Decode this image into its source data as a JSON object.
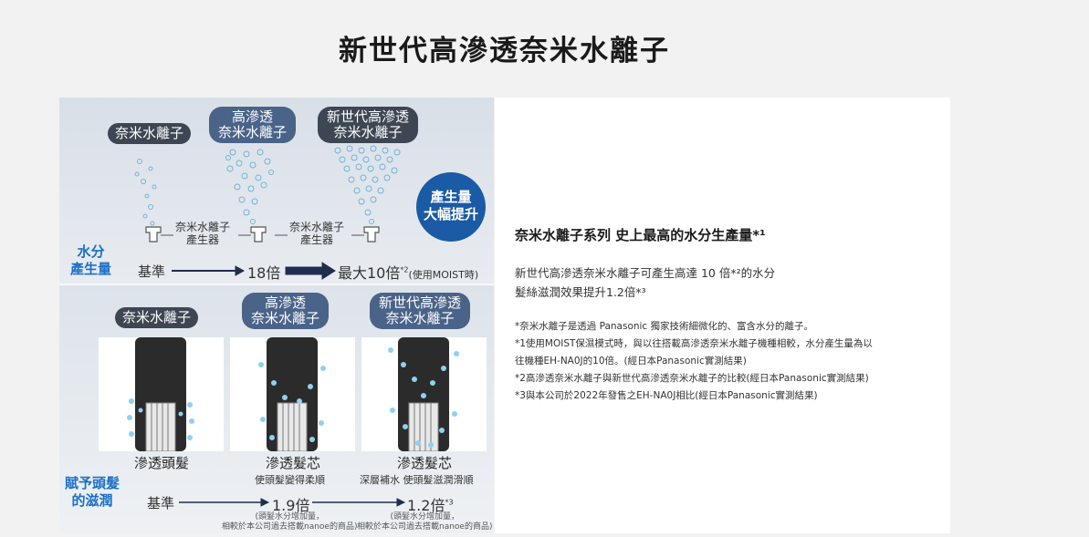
{
  "page_title": "新世代高滲透奈米水離子",
  "illustration": {
    "top": {
      "pill_1": "奈米水離子",
      "pill_2": [
        "高滲透",
        "奈米水離子"
      ],
      "pill_3": [
        "新世代高滲透",
        "奈米水離子"
      ],
      "badge": [
        "產生量",
        "大幅提升"
      ],
      "generator_1": [
        "奈米水離子",
        "產生器"
      ],
      "generator_2": [
        "奈米水離子",
        "產生器"
      ],
      "side_label": [
        "水分",
        "產生量"
      ],
      "baseline": "基準",
      "value_1": "18倍",
      "value_2": "最大10倍",
      "value_2_sup": "*2",
      "value_2_note": "(使用MOIST時)"
    },
    "bottom": {
      "pill_1": "奈米水離子",
      "pill_2": [
        "高滲透",
        "奈米水離子"
      ],
      "pill_3": [
        "新世代高滲透",
        "奈米水離子"
      ],
      "hair_1_label": "滲透頭髮",
      "hair_2_label": "滲透髮芯",
      "hair_2_sub": "使頭髮變得柔順",
      "hair_3_label": "滲透髮芯",
      "hair_3_sub": "深層補水 使頭髮滋潤滑順",
      "side_label": [
        "賦予頭髮",
        "的滋潤"
      ],
      "baseline": "基準",
      "value_1": "1.9倍",
      "value_2": "1.2倍",
      "value_2_sup": "*3",
      "note_1": [
        "(頭髮水分增加量，",
        "相較於本公司過去搭載nanoe的商品)"
      ],
      "note_2": [
        "(頭髮水分增加量，",
        "相較於本公司過去搭載nanoe的商品)"
      ]
    }
  },
  "panel": {
    "headline": "奈米水離子系列 史上最高的水分生產量*¹",
    "desc_line_1": "新世代高滲透奈米水離子可產生高達 10 倍*²的水分",
    "desc_line_2": "髮絲滋潤效果提升1.2倍*³",
    "notes": [
      "*奈米水離子是透過 Panasonic 獨家技術細微化的、富含水分的離子。",
      "*1使用MOIST保濕模式時，與以往搭載高滲透奈米水離子機種相較，水分產生量為以",
      "往機種EH-NA0J的10倍。(經日本Panasonic實測結果)",
      "*2高滲透奈米水離子與新世代高滲透奈米水離子的比較(經日本Panasonic實測結果)",
      "*3與本公司於2022年發售之EH-NA0J相比(經日本Panasonic實測結果)"
    ]
  },
  "colors": {
    "accent_blue": "#1b6fc7",
    "badge_blue": "#1b5aa5",
    "pill_dark": "#3d4652",
    "pill_blue": "#4a6388"
  }
}
